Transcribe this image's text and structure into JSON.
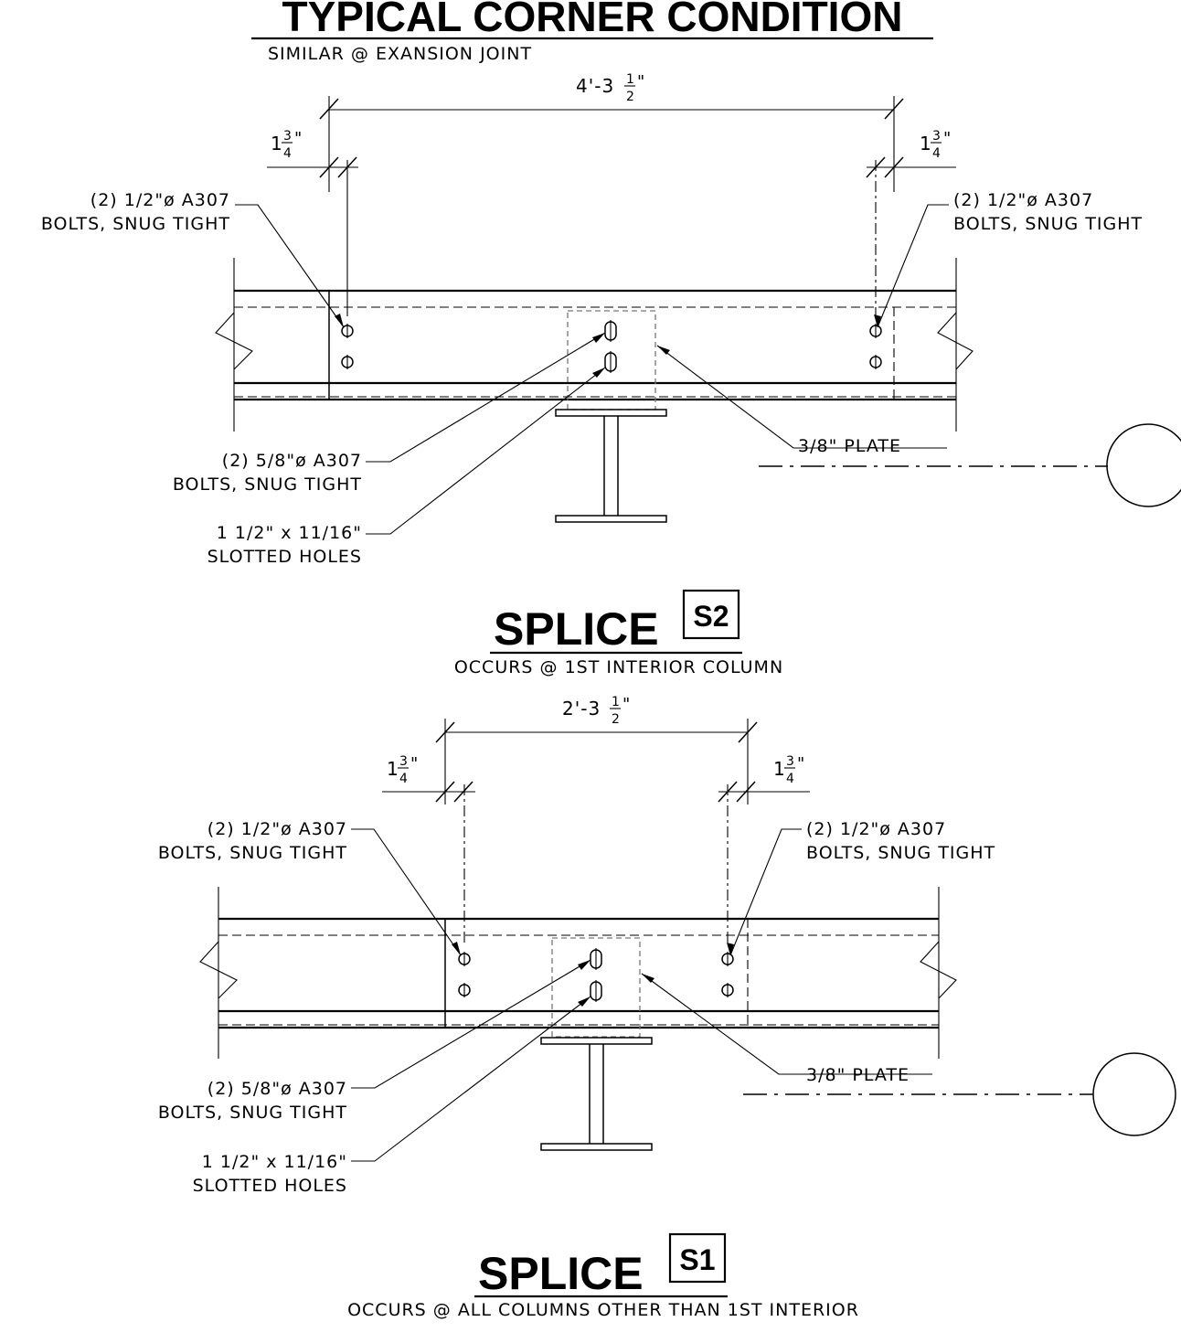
{
  "corner": {
    "title": "TYPICAL CORNER CONDITION",
    "subtitle": "SIMILAR @ EXANSION JOINT",
    "dim_overall": "4'-3",
    "dim_left": "1",
    "dim_right": "1",
    "bolt_left": [
      "(2) 1/2\"ø A307",
      "BOLTS, SNUG TIGHT"
    ],
    "bolt_right": [
      "(2) 1/2\"ø A307",
      "BOLTS, SNUG TIGHT"
    ],
    "bolt_center": [
      "(2) 5/8\"ø A307",
      "BOLTS, SNUG TIGHT"
    ],
    "slots": [
      "1 1/2\" x 11/16\"",
      "SLOTTED HOLES"
    ],
    "plate": "3/8\" PLATE"
  },
  "s2": {
    "title": "SPLICE",
    "tag": "S2",
    "subtitle": "OCCURS @ 1ST INTERIOR COLUMN",
    "dim_overall": "2'-3",
    "dim_left": "1",
    "dim_right": "1",
    "bolt_left": [
      "(2) 1/2\"ø A307",
      "BOLTS, SNUG TIGHT"
    ],
    "bolt_right": [
      "(2) 1/2\"ø A307",
      "BOLTS, SNUG TIGHT"
    ],
    "bolt_center": [
      "(2) 5/8\"ø A307",
      "BOLTS, SNUG TIGHT"
    ],
    "slots": [
      "1 1/2\" x 11/16\"",
      "SLOTTED HOLES"
    ],
    "plate": "3/8\" PLATE"
  },
  "s1": {
    "title": "SPLICE",
    "tag": "S1",
    "subtitle": "OCCURS @ ALL COLUMNS OTHER THAN 1ST INTERIOR"
  },
  "fractions": {
    "half_num": "1",
    "half_den": "2",
    "quarter3_num": "3",
    "quarter3_den": "4",
    "inch": "\""
  }
}
